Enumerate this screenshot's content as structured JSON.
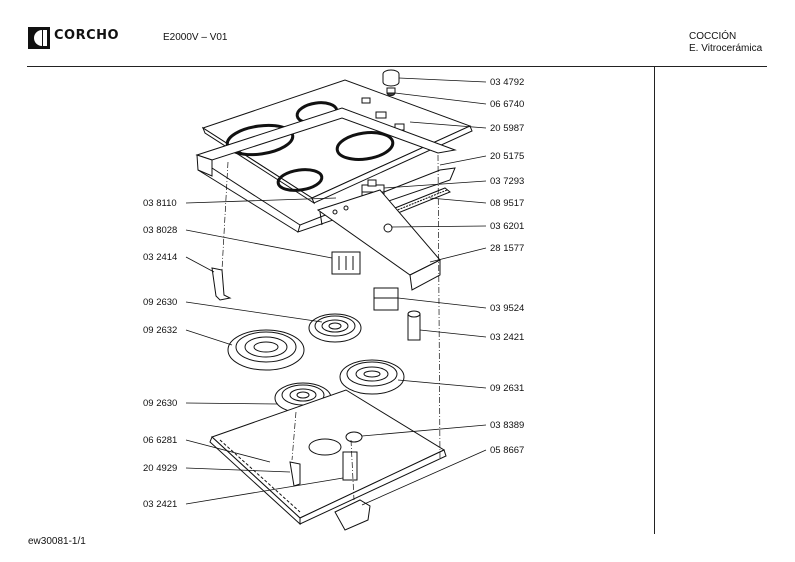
{
  "header": {
    "brand": "CORCHO",
    "model": "E2000V – V01",
    "category_line1": "COCCIÓN",
    "category_line2": "E. Vitrocerámica"
  },
  "footer": {
    "reference": "ew30081-1/1"
  },
  "icons": {
    "brand_logo": "corcho-logo"
  },
  "parts_left": [
    {
      "id": "p-038110",
      "label": "03 8110"
    },
    {
      "id": "p-038028",
      "label": "03 8028"
    },
    {
      "id": "p-032414",
      "label": "03 2414"
    },
    {
      "id": "p-092630a",
      "label": "09 2630"
    },
    {
      "id": "p-092632",
      "label": "09 2632"
    },
    {
      "id": "p-092630b",
      "label": "09 2630"
    },
    {
      "id": "p-066281",
      "label": "06 6281"
    },
    {
      "id": "p-204929",
      "label": "20 4929"
    },
    {
      "id": "p-032421b",
      "label": "03 2421"
    }
  ],
  "parts_right": [
    {
      "id": "p-034792",
      "label": "03 4792"
    },
    {
      "id": "p-066740",
      "label": "06 6740"
    },
    {
      "id": "p-205987",
      "label": "20 5987"
    },
    {
      "id": "p-205175",
      "label": "20 5175"
    },
    {
      "id": "p-037293",
      "label": "03 7293"
    },
    {
      "id": "p-089517",
      "label": "08 9517"
    },
    {
      "id": "p-036201",
      "label": "03 6201"
    },
    {
      "id": "p-281577",
      "label": "28 1577"
    },
    {
      "id": "p-039524",
      "label": "03 9524"
    },
    {
      "id": "p-032421a",
      "label": "03 2421"
    },
    {
      "id": "p-092631",
      "label": "09 2631"
    },
    {
      "id": "p-038389",
      "label": "03 8389"
    },
    {
      "id": "p-058667",
      "label": "05 8667"
    }
  ]
}
